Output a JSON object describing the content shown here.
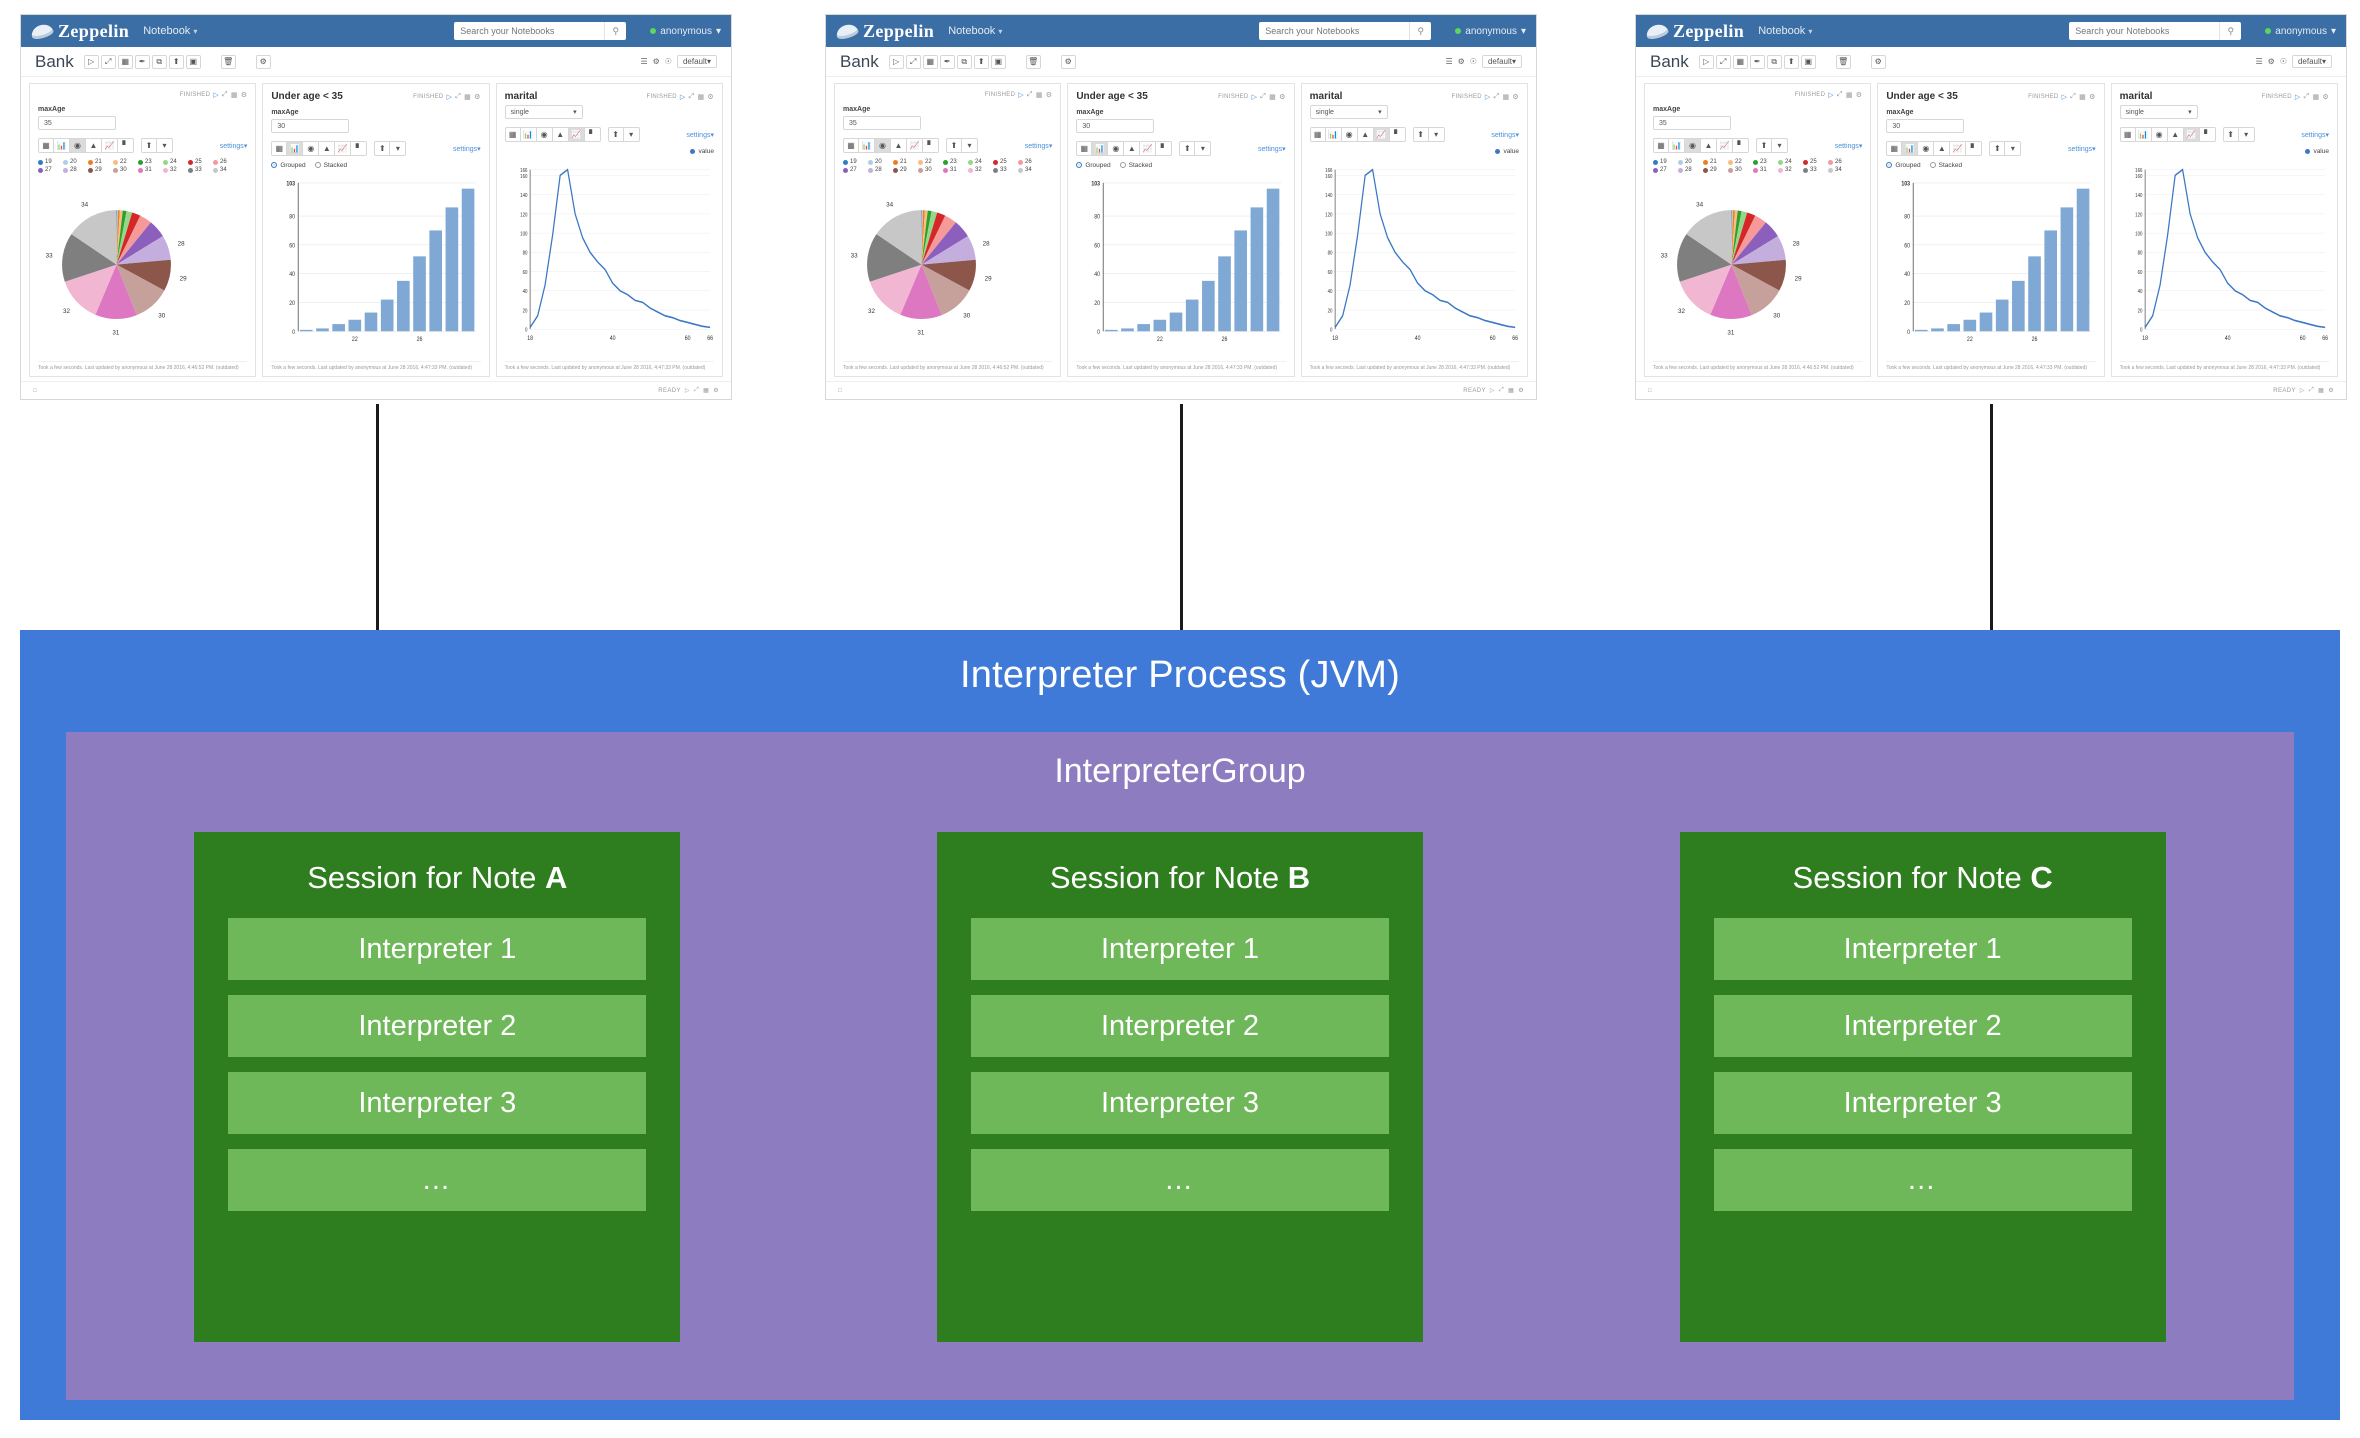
{
  "notebooks": [
    {
      "id": "note-a",
      "brand": "Zeppelin",
      "menu": "Notebook",
      "menu_caret": "▾",
      "search_placeholder": "Search your Notebooks",
      "search_value": "",
      "search_icon": "search-icon",
      "user": "anonymous",
      "user_caret": "▾",
      "title": "Bank",
      "interpreter_binding": "default",
      "interpreter_caret": "▾",
      "footer_status": "READY"
    },
    {
      "id": "note-b",
      "brand": "Zeppelin",
      "menu": "Notebook",
      "menu_caret": "▾",
      "search_placeholder": "Search your Notebooks",
      "search_value": "",
      "search_icon": "search-icon",
      "user": "anonymous",
      "user_caret": "▾",
      "title": "Bank",
      "interpreter_binding": "default",
      "interpreter_caret": "▾",
      "footer_status": "READY"
    },
    {
      "id": "note-c",
      "brand": "Zeppelin",
      "menu": "Notebook",
      "menu_caret": "▾",
      "search_placeholder": "Search your Notebooks",
      "search_value": "",
      "search_icon": "search-icon",
      "user": "anonymous",
      "user_caret": "▾",
      "title": "Bank",
      "interpreter_binding": "default",
      "interpreter_caret": "▾",
      "footer_status": "READY"
    }
  ],
  "paragraphs": {
    "pie": {
      "title": "",
      "status": "FINISHED",
      "label": "maxAge",
      "value": "35",
      "settings": "settings",
      "settings_caret": "▾",
      "footnote": "Took a few seconds. Last updated by anonymous at June 28 2016, 4:46:52 PM. (outdated)"
    },
    "bar": {
      "title": "Under age < 35",
      "status": "FINISHED",
      "label": "maxAge",
      "value": "30",
      "settings": "settings",
      "settings_caret": "▾",
      "mode_grouped": "Grouped",
      "mode_stacked": "Stacked",
      "footnote": "Took a few seconds. Last updated by anonymous at June 28 2016, 4:47:33 PM. (outdated)"
    },
    "line": {
      "title": "marital",
      "status": "FINISHED",
      "label": "",
      "value": "single",
      "select_caret": "▾",
      "settings": "settings",
      "settings_caret": "▾",
      "legend": "value",
      "footnote": "Took a few seconds. Last updated by anonymous at June 28 2016, 4:47:33 PM. (outdated)"
    }
  },
  "viz_icons": [
    "table-icon",
    "bar-chart-icon",
    "pie-chart-icon",
    "area-chart-icon",
    "line-chart-icon",
    "scatter-chart-icon"
  ],
  "viz_extra_icons": [
    "download-icon",
    "expand-icon"
  ],
  "header_icons": [
    "run-all-icon",
    "collapse-icon",
    "layout-icon",
    "clear-output-icon",
    "clone-icon",
    "export-icon",
    "version-icon"
  ],
  "header_icons_2": [
    "trash-icon",
    "settings-gear-icon"
  ],
  "para_status_icons": [
    "play-icon",
    "expand-icon",
    "layout-icon",
    "gear-icon"
  ],
  "chart_data": [
    {
      "type": "pie",
      "title": "",
      "labels": [
        "19",
        "20",
        "21",
        "22",
        "23",
        "24",
        "25",
        "26",
        "27",
        "28",
        "29",
        "30",
        "31",
        "32",
        "33",
        "34"
      ],
      "colors": [
        "#2b7fc4",
        "#aecde8",
        "#f07e20",
        "#f9bd7e",
        "#2ca02c",
        "#96d68a",
        "#d62728",
        "#f59a99",
        "#8d5fbd",
        "#c4aedd",
        "#8c564b",
        "#c6a09b",
        "#d e77c2",
        "#f1b6d2",
        "#7f7f7f",
        "#c7c7c7"
      ],
      "values": [
        1,
        2,
        4,
        6,
        8,
        12,
        18,
        26,
        38,
        52,
        66,
        78,
        88,
        96,
        103,
        110
      ],
      "visible_labels": [
        "34",
        "26",
        "27",
        "28",
        "29",
        "30",
        "31",
        "32",
        "33"
      ],
      "legend_position": "top"
    },
    {
      "type": "bar",
      "title": "Under age < 35",
      "categories": [
        "19",
        "20",
        "21",
        "22",
        "23",
        "24",
        "25",
        "26",
        "27",
        "28",
        "29"
      ],
      "values": [
        1,
        2,
        5,
        8,
        13,
        22,
        35,
        52,
        70,
        86,
        99
      ],
      "xlabel": "",
      "ylabel": "",
      "ylim": [
        0,
        103
      ],
      "yticks": [
        "103",
        "80",
        "60",
        "40",
        "20",
        "0"
      ],
      "xticks": [
        "22",
        "26"
      ],
      "series": [
        {
          "name": "value",
          "values": [
            1,
            2,
            5,
            8,
            13,
            22,
            35,
            52,
            70,
            86,
            99
          ]
        }
      ],
      "color": "#7fa8d4",
      "grid": true,
      "legend_position": "top-right"
    },
    {
      "type": "line",
      "title": "marital",
      "series_name": "value",
      "x": [
        18,
        20,
        22,
        24,
        26,
        28,
        30,
        32,
        34,
        36,
        38,
        40,
        42,
        44,
        46,
        48,
        50,
        52,
        54,
        56,
        58,
        60,
        62,
        64,
        66
      ],
      "y": [
        2,
        14,
        46,
        98,
        160,
        166,
        120,
        95,
        80,
        70,
        62,
        48,
        40,
        36,
        30,
        28,
        22,
        18,
        14,
        12,
        9,
        7,
        5,
        3,
        2
      ],
      "xlabel": "",
      "ylabel": "",
      "ylim": [
        0,
        166
      ],
      "yticks": [
        "166",
        "160",
        "140",
        "120",
        "100",
        "80",
        "60",
        "40",
        "20",
        "0"
      ],
      "xticks": [
        "18",
        "40",
        "60",
        "66"
      ],
      "color": "#3b78c4",
      "grid": true,
      "legend_position": "top-right"
    }
  ],
  "diagram": {
    "jvm_title": "Interpreter Process (JVM)",
    "group_title": "InterpreterGroup",
    "colors": {
      "jvm": "#3f7ad9",
      "group": "#8d7cc0",
      "session": "#2e7d1e",
      "interpreter": "#6fb85a",
      "connector": "#1a1a1a"
    },
    "sessions": [
      {
        "title_prefix": "Session for Note ",
        "title_note": "A",
        "interpreters": [
          "Interpreter 1",
          "Interpreter 2",
          "Interpreter 3",
          "…"
        ]
      },
      {
        "title_prefix": "Session for Note ",
        "title_note": "B",
        "interpreters": [
          "Interpreter 1",
          "Interpreter 2",
          "Interpreter 3",
          "…"
        ]
      },
      {
        "title_prefix": "Session for Note ",
        "title_note": "C",
        "interpreters": [
          "Interpreter 1",
          "Interpreter 2",
          "Interpreter 3",
          "…"
        ]
      }
    ]
  }
}
